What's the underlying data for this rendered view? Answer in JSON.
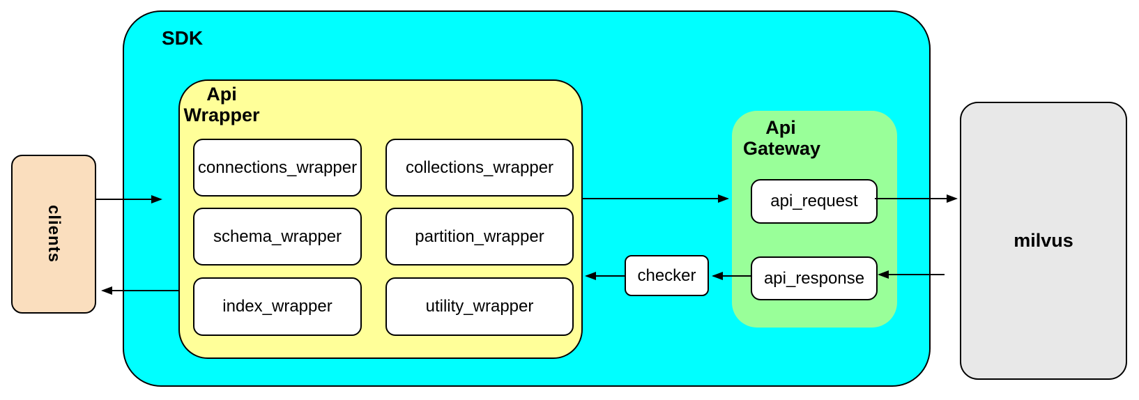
{
  "clients": {
    "label": "clients"
  },
  "sdk": {
    "label": "SDK"
  },
  "api_wrapper": {
    "title_line1": "Api",
    "title_line2": "Wrapper",
    "boxes": [
      "connections_wrapper",
      "collections_wrapper",
      "schema_wrapper",
      "partition_wrapper",
      "index_wrapper",
      "utility_wrapper"
    ]
  },
  "checker": {
    "label": "checker"
  },
  "api_gateway": {
    "title_line1": "Api",
    "title_line2": "Gateway",
    "request_label": "api_request",
    "response_label": "api_response"
  },
  "milvus": {
    "label": "milvus"
  },
  "colors": {
    "sdk_fill": "#00FFFF",
    "api_wrapper_fill": "#FFFF99",
    "api_gateway_fill": "#99FF99",
    "clients_fill": "#FADEBE",
    "milvus_fill": "#E8E8E8",
    "node_fill": "#FFFFFF",
    "stroke": "#000000"
  },
  "arrows": [
    {
      "from": "clients",
      "to": "sdk"
    },
    {
      "from": "api_wrapper",
      "to": "clients"
    },
    {
      "from": "api_wrapper",
      "to": "api_gateway"
    },
    {
      "from": "api_request",
      "to": "milvus"
    },
    {
      "from": "milvus",
      "to": "api_response"
    },
    {
      "from": "api_response",
      "to": "checker"
    },
    {
      "from": "checker",
      "to": "api_wrapper"
    }
  ]
}
